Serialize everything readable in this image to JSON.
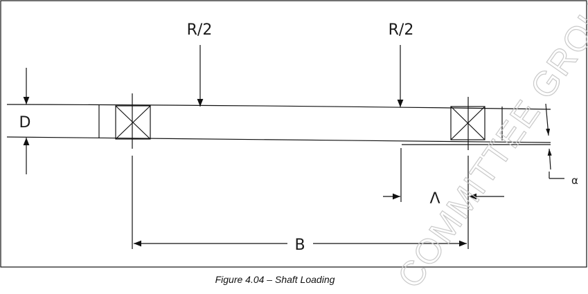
{
  "labels": {
    "load_left": "R/2",
    "load_right": "R/2",
    "diameter": "D",
    "span": "B",
    "offset": "Λ",
    "angle": "α"
  },
  "caption": "Figure 4.04 – Shaft Loading",
  "watermark": "COMMITTEE GROUP"
}
